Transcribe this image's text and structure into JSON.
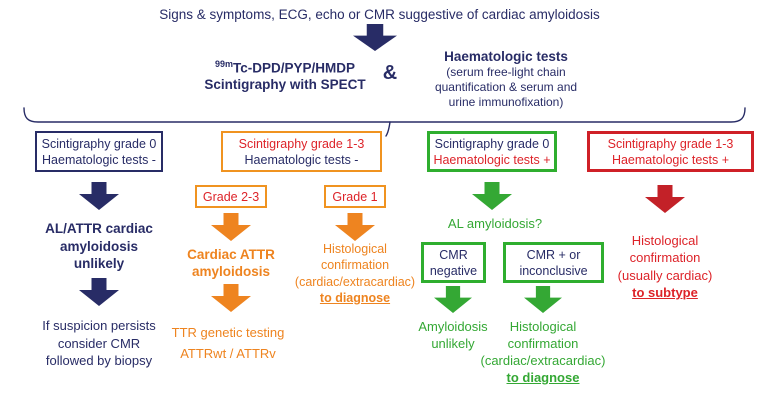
{
  "colors": {
    "navy": "#282c66",
    "orange": "#ee8420",
    "red": "#dd2329",
    "dark_red": "#c32128",
    "green": "#34a834"
  },
  "header": {
    "title": "Signs & symptoms, ECG, echo or CMR suggestive of cardiac amyloidosis",
    "scintigraphy_sup": "99m",
    "scintigraphy_line1": "Tc-DPD/PYP/HMDP",
    "scintigraphy_line2": "Scintigraphy with SPECT",
    "ampersand": "&",
    "haematologic_title": "Haematologic tests",
    "haematologic_lines": [
      "(serum free-light chain",
      "quantification & serum and",
      "urine immunofixation)"
    ]
  },
  "col1": {
    "box_line1": "Scintigraphy grade 0",
    "box_line2": "Haematologic tests -",
    "outcome_lines": [
      "AL/ATTR cardiac",
      "amyloidosis",
      "unlikely"
    ],
    "followup_lines": [
      "If suspicion persists",
      "consider CMR",
      "followed by biopsy"
    ]
  },
  "col2": {
    "box_line1": "Scintigraphy grade 1-3",
    "box_line2": "Haematologic tests -",
    "grade23_label": "Grade 2-3",
    "grade23_outcome_lines": [
      "Cardiac ATTR",
      "amyloidosis"
    ],
    "grade23_followup_lines": [
      "TTR genetic testing",
      "ATTRwt / ATTRv"
    ],
    "grade1_label": "Grade 1",
    "grade1_outcome_lines": [
      "Histological",
      "confirmation",
      "(cardiac/extracardiac)"
    ],
    "grade1_outcome_emphasis": "to diagnose"
  },
  "col3": {
    "box_line1": "Scintigraphy grade 0",
    "box_line2": "Haematologic tests +",
    "question": "AL amyloidosis?",
    "cmr_negative_line1": "CMR",
    "cmr_negative_line2": "negative",
    "cmr_negative_outcome_lines": [
      "Amyloidosis",
      "unlikely"
    ],
    "cmr_positive_line1": "CMR + or",
    "cmr_positive_line2": "inconclusive",
    "cmr_positive_outcome_lines": [
      "Histological",
      "confirmation",
      "(cardiac/extracardiac)"
    ],
    "cmr_positive_outcome_emphasis": "to diagnose"
  },
  "col4": {
    "box_line1": "Scintigraphy grade 1-3",
    "box_line2": "Haematologic tests +",
    "outcome_lines": [
      "Histological",
      "confirmation",
      "(usually cardiac)"
    ],
    "outcome_emphasis": "to subtype"
  }
}
